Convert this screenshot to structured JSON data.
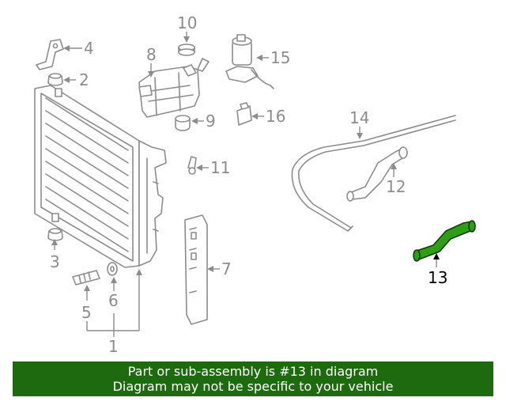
{
  "callouts": {
    "c1": "1",
    "c2": "2",
    "c3": "3",
    "c4": "4",
    "c5": "5",
    "c6": "6",
    "c7": "7",
    "c8": "8",
    "c9": "9",
    "c10": "10",
    "c11": "11",
    "c12": "12",
    "c13": "13",
    "c14": "14",
    "c15": "15",
    "c16": "16"
  },
  "highlighted_part": "13",
  "banner": {
    "line1": "Part or sub-assembly is #13 in diagram",
    "line2": "Diagram may not be specific to your vehicle"
  },
  "colors": {
    "line_art": "#8c8c8c",
    "highlight_part": "#2f9e16",
    "banner_background": "#1e6b0f",
    "banner_text": "#ffffff"
  }
}
